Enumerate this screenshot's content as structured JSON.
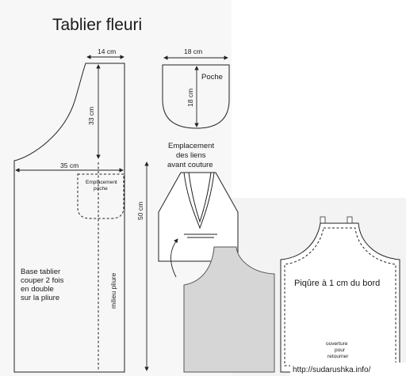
{
  "title": "Tablier fleuri",
  "dimensions": {
    "neck_width": "14 cm",
    "pocket_width": "18 cm",
    "pocket_height": "18 cm",
    "bib_height": "33 cm",
    "half_width": "35 cm",
    "total_height": "50 cm"
  },
  "labels": {
    "pocket": "Poche",
    "pocket_placement_line1": "Emplacement",
    "pocket_placement_line2": "poche",
    "ties_line1": "Emplacement",
    "ties_line2": "des liens",
    "ties_line3": "avant couture",
    "base_line1": "Base tablier",
    "base_line2": "couper 2 fois",
    "base_line3": "en double",
    "base_line4": "sur la pliure",
    "fold": "milieu pliure",
    "stitch": "Piqûre à 1 cm du bord",
    "opening_line1": "ouverture",
    "opening_line2": "pour",
    "opening_line3": "retourner",
    "watermark": "http://sudarushka.info/"
  },
  "colors": {
    "background": "#f2f2f2",
    "paper": "#fafafa",
    "white_page": "#ffffff",
    "apron_shade": "#d8d8d8",
    "ink": "#222222"
  }
}
